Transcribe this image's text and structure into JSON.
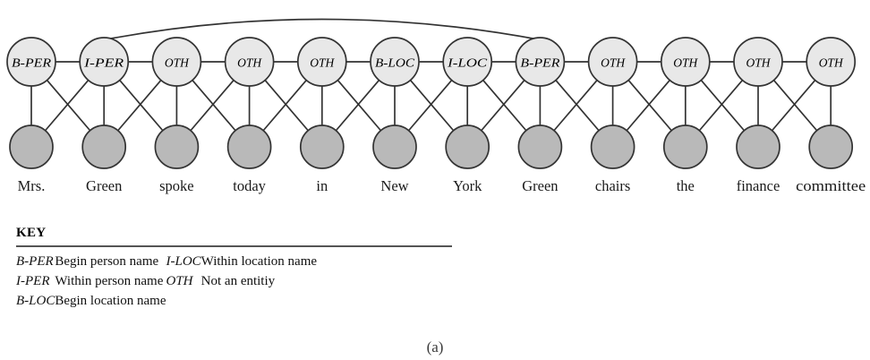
{
  "figure": {
    "caption": "(a)",
    "type": "crf-factor-graph"
  },
  "graph": {
    "colors": {
      "label_node_fill": "#e8e8e8",
      "observation_node_fill": "#b9b9b9",
      "node_stroke": "#333333",
      "edge_stroke": "#333333",
      "skip_arc_stroke": "#333333"
    },
    "label_nodes": [
      {
        "tag": "B-PER",
        "word": "Mrs."
      },
      {
        "tag": "I-PER",
        "word": "Green"
      },
      {
        "tag": "OTH",
        "word": "spoke"
      },
      {
        "tag": "OTH",
        "word": "today"
      },
      {
        "tag": "OTH",
        "word": "in"
      },
      {
        "tag": "B-LOC",
        "word": "New"
      },
      {
        "tag": "I-LOC",
        "word": "York"
      },
      {
        "tag": "B-PER",
        "word": "Green"
      },
      {
        "tag": "OTH",
        "word": "chairs"
      },
      {
        "tag": "OTH",
        "word": "the"
      },
      {
        "tag": "OTH",
        "word": "finance"
      },
      {
        "tag": "OTH",
        "word": "committee"
      }
    ],
    "skip_arc": {
      "from_index": 1,
      "to_index": 7
    }
  },
  "key": {
    "title": "KEY",
    "left_column": [
      {
        "tag": "B-PER",
        "desc": "Begin person name"
      },
      {
        "tag": "I-PER",
        "desc": "Within person name"
      },
      {
        "tag": "B-LOC",
        "desc": "Begin location name"
      }
    ],
    "right_column": [
      {
        "tag": "I-LOC",
        "desc": "Within location name"
      },
      {
        "tag": "OTH",
        "desc": "Not an entitiy"
      }
    ]
  }
}
